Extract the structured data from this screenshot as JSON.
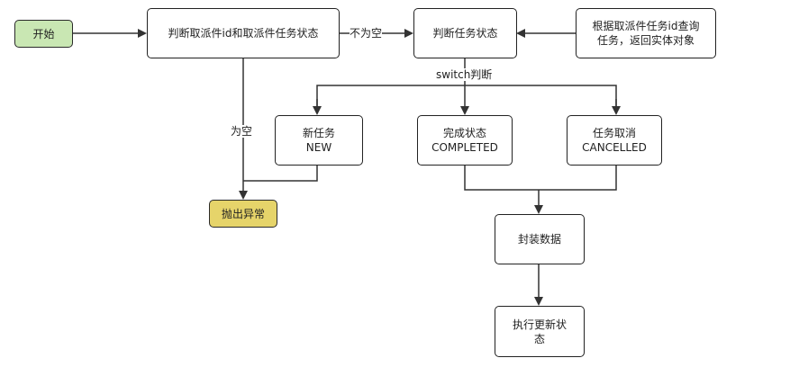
{
  "nodes": {
    "start": {
      "line1": "开始"
    },
    "check_ids": {
      "line1": "判断取派件id和取派件任务状态"
    },
    "check_status": {
      "line1": "判断任务状态"
    },
    "query_task": {
      "line1": "根据取派件任务id查询",
      "line2": "任务，返回实体对象"
    },
    "new_task": {
      "line1": "新任务",
      "line2": "NEW"
    },
    "completed": {
      "line1": "完成状态",
      "line2": "COMPLETED"
    },
    "cancelled": {
      "line1": "任务取消",
      "line2": "CANCELLED"
    },
    "throw_error": {
      "line1": "抛出异常"
    },
    "pack_data": {
      "line1": "封装数据"
    },
    "update_status": {
      "line1": "执行更新状",
      "line2": "态"
    }
  },
  "edges": {
    "not_empty": "不为空",
    "empty": "为空",
    "switch": "switch判断"
  },
  "colors": {
    "start_fill": "#c9e7b3",
    "error_fill": "#e6d46a",
    "line": "#333333"
  }
}
